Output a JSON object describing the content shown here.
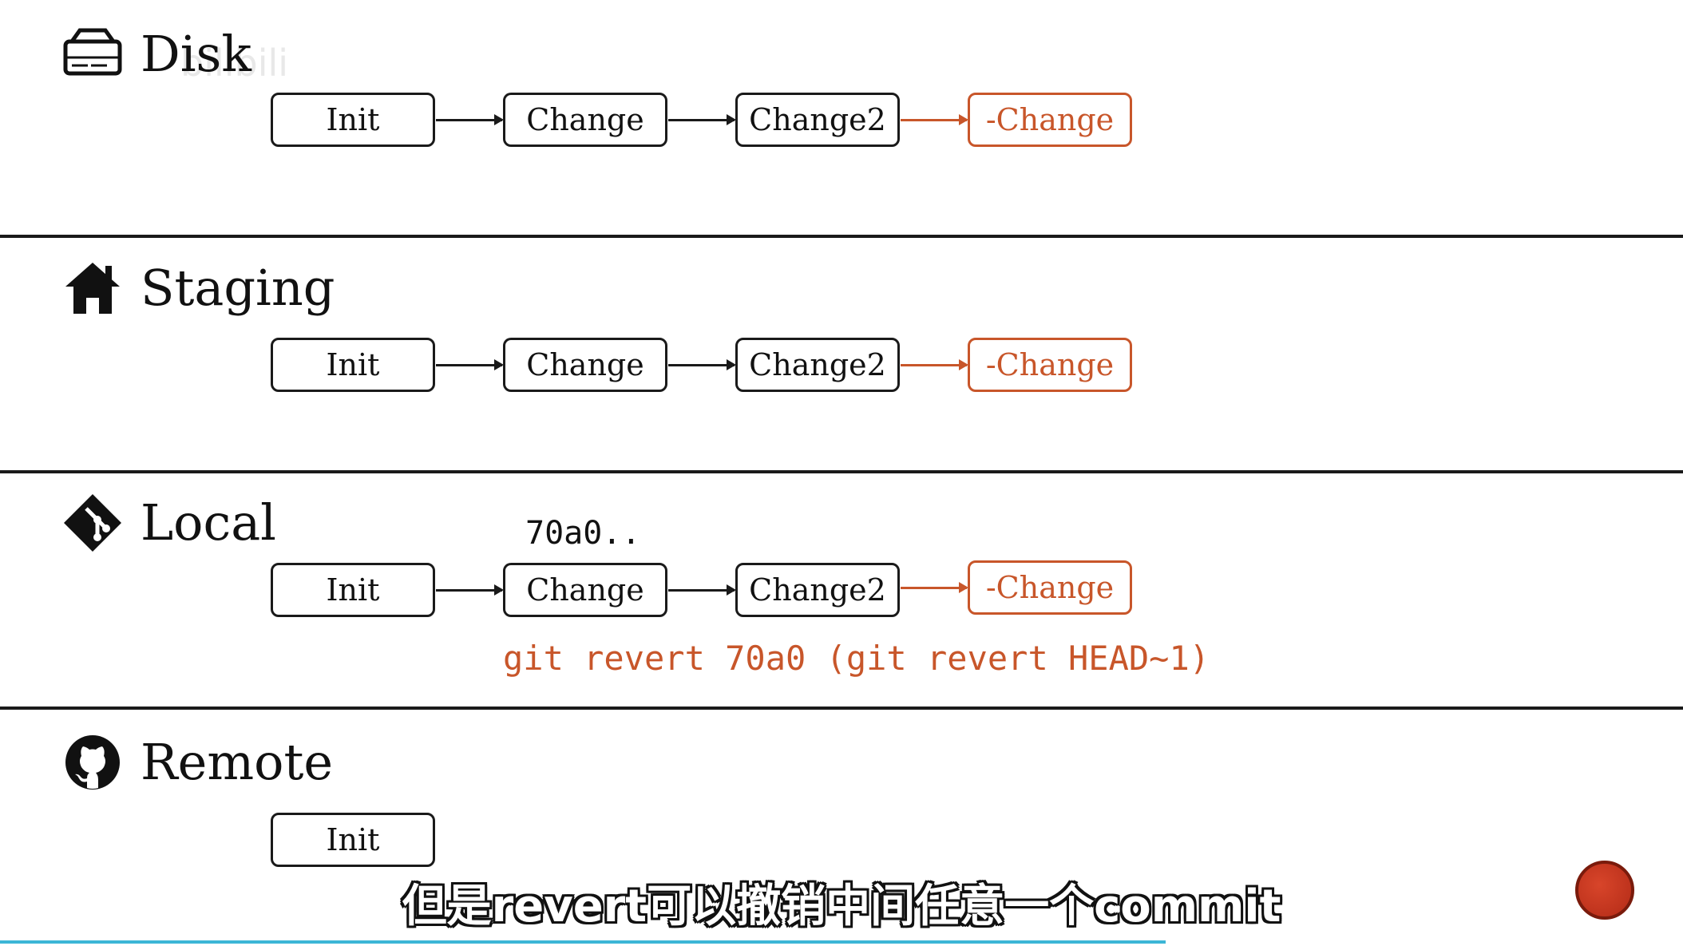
{
  "watermark": "bilibili",
  "colors": {
    "accent": "#c8562a",
    "ink": "#1a1a1a",
    "progress": "#3cb6d6"
  },
  "sections": [
    {
      "title": "Disk",
      "icon": "disk-drive-icon",
      "nodes": [
        "Init",
        "Change",
        "Change2",
        "-Change"
      ]
    },
    {
      "title": "Staging",
      "icon": "house-icon",
      "nodes": [
        "Init",
        "Change",
        "Change2",
        "-Change"
      ]
    },
    {
      "title": "Local",
      "icon": "git-icon",
      "nodes": [
        "Init",
        "Change",
        "Change2",
        "-Change"
      ],
      "commit_hash": "70a0..",
      "command": "git revert 70a0 (git revert HEAD~1)"
    },
    {
      "title": "Remote",
      "icon": "github-icon",
      "nodes": [
        "Init"
      ]
    }
  ],
  "subtitle": "但是revert可以撤销中间任意一个commit"
}
